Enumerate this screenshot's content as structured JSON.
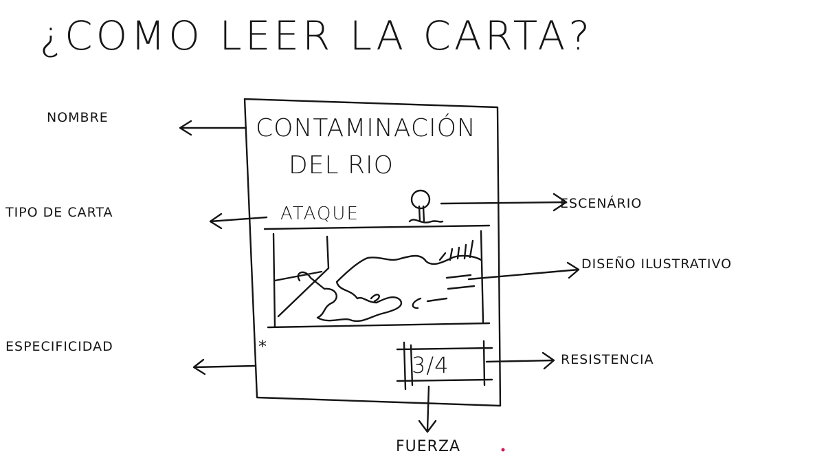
{
  "title": "¿COMO LEER LA CARTA?",
  "labels": {
    "nombre": "NOMBRE",
    "tipo_de_carta": "TIPO DE CARTA",
    "especificidad": "ESPECIFICIDAD",
    "escenario": "ESCENÁRIO",
    "diseno_ilustrativo": "DISEÑO ILUSTRATIVO",
    "resistencia": "RESISTENCIA",
    "fuerza": "FUERZA"
  },
  "card": {
    "name_line1": "CONTAMINACIÓN",
    "name_line2": "DEL RIO",
    "type": "ATAQUE",
    "specificity_mark": "*",
    "stats": "3/4",
    "scenario_icon": "tree-icon"
  }
}
